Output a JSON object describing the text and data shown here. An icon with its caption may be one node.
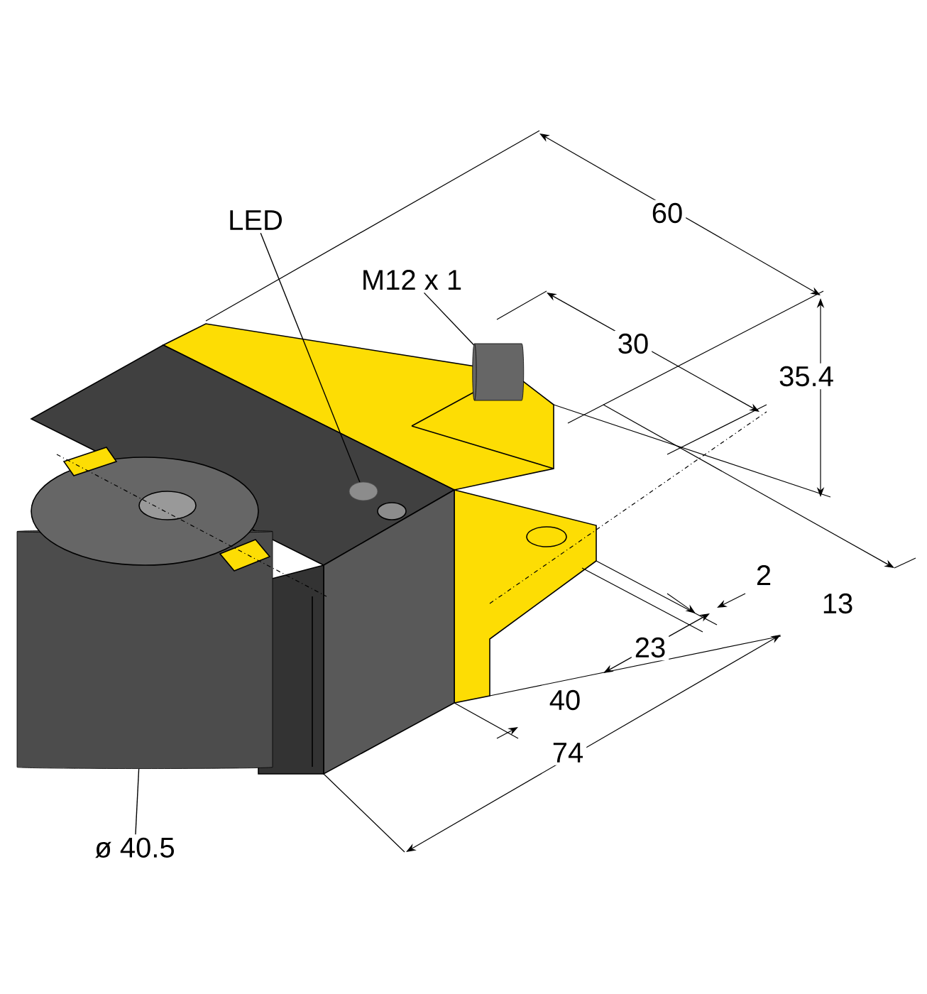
{
  "diagram": {
    "nodes": [
      {
        "text": [
          "LED"
        ]
      },
      {
        "text": [],
        "shape": "circle"
      },
      {
        "text": [
          "M12 x 1"
        ]
      },
      {
        "text": [],
        "shape": "cylinder"
      },
      {
        "text": [
          "ø 40.5"
        ]
      },
      {
        "text": [],
        "shape": "cylinder"
      }
    ],
    "edges": [
      {
        "from": 0,
        "to": 1,
        "arrow": "none"
      },
      {
        "from": 2,
        "to": 3,
        "arrow": "none"
      },
      {
        "from": 4,
        "to": 5,
        "arrow": "none"
      }
    ],
    "labels": [
      "60",
      "30",
      "35.4",
      "2",
      "13",
      "23",
      "40",
      "74"
    ]
  }
}
